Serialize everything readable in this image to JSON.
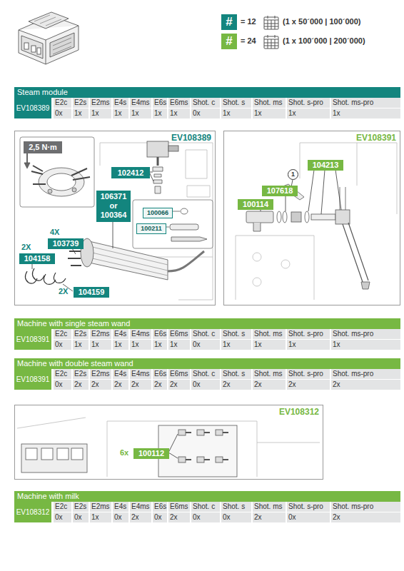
{
  "diagram": {
    "nodes": [
      {
        "text": [
          "Steam module"
        ]
      },
      {
        "text": [
          "EV108389"
        ]
      },
      {
        "text": [
          "2,5 N·m"
        ],
        "in": 1
      },
      {
        "text": [
          "102412"
        ],
        "in": 1
      },
      {
        "text": [
          "106371 or 100364"
        ],
        "in": 1
      },
      {
        "text": [
          "100066"
        ],
        "in": 1
      },
      {
        "text": [
          "100211"
        ],
        "in": 1
      },
      {
        "text": [
          "103739"
        ],
        "in": 1
      },
      {
        "text": [
          "104158"
        ],
        "in": 1
      },
      {
        "text": [
          "104159"
        ],
        "in": 1
      },
      {
        "text": [
          "EV108391"
        ]
      },
      {
        "text": [
          "104213"
        ],
        "in": 10
      },
      {
        "text": [
          "107618"
        ],
        "in": 10
      },
      {
        "text": [
          "100114"
        ],
        "in": 10
      },
      {
        "text": [
          "Machine with single steam wand"
        ]
      },
      {
        "text": [
          "Machine with double steam wand"
        ]
      },
      {
        "text": [
          "EV108312"
        ]
      },
      {
        "text": [
          "100112"
        ],
        "in": 16
      },
      {
        "text": [
          "Machine with milk"
        ]
      }
    ],
    "labels": [
      "#",
      "(1 x 50´000 | 100´000)",
      "#",
      "(1 x 100´000 | 200´000)",
      "EV108389",
      "E2c",
      "E2s",
      "E2ms",
      "E4s",
      "E4ms",
      "E6s",
      "E6ms",
      "Shot. c",
      "Shot. s",
      "Shot. ms",
      "Shot. s-pro",
      "Shot. ms-pro",
      "0x",
      "1x",
      "1x",
      "1x",
      "1x",
      "1x",
      "1x",
      "0x",
      "1x",
      "1x",
      "1x",
      "1x",
      "4X",
      "2X",
      "2X",
      "1",
      "EV108391",
      "E2c",
      "E2s",
      "E2ms",
      "E4s",
      "E4ms",
      "E6s",
      "E6ms",
      "Shot. c",
      "Shot. s",
      "Shot. ms",
      "Shot. s-pro",
      "Shot. ms-pro",
      "0x",
      "1x",
      "1x",
      "1x",
      "1x",
      "1x",
      "1x",
      "0x",
      "1x",
      "1x",
      "1x",
      "1x",
      "EV108391",
      "E2c",
      "E2s",
      "E2ms",
      "E4s",
      "E4ms",
      "E6s",
      "E6ms",
      "Shot. c",
      "Shot. s",
      "Shot. ms",
      "Shot. s-pro",
      "Shot. ms-pro",
      "0x",
      "2x",
      "2x",
      "2x",
      "2x",
      "2x",
      "2x",
      "0x",
      "2x",
      "2x",
      "2x",
      "2x",
      "6x",
      "EV108312",
      "E2c",
      "E2s",
      "E2ms",
      "E4s",
      "E4ms",
      "E6s",
      "E6ms",
      "Shot. c",
      "Shot. s",
      "Shot. ms",
      "Shot. s-pro",
      "Shot. ms-pro",
      "0x",
      "0x",
      "1x",
      "0x",
      "2x",
      "0x",
      "2x",
      "0x",
      "0x",
      "2x",
      "0x",
      "2x"
    ],
    "legend": [
      {
        "text": "= 12",
        "color": "#13857e"
      },
      {
        "text": "= 24",
        "color": "#77b843"
      }
    ]
  }
}
